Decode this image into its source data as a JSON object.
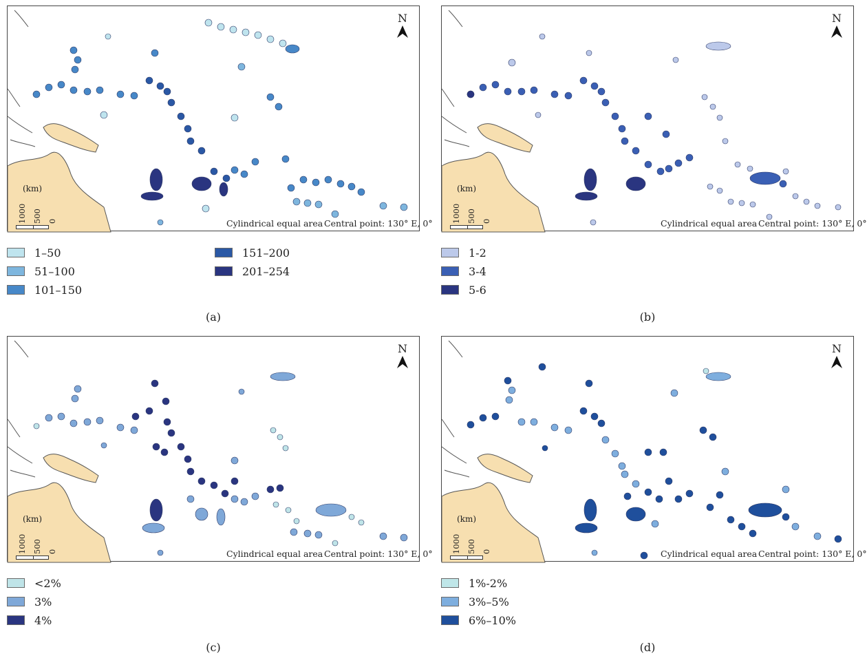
{
  "map_common": {
    "north_label": "N",
    "scale_unit": "(km)",
    "scale_ticks": [
      "1000",
      "500",
      "0"
    ],
    "projection": "Cylindrical equal area",
    "central_point": "Central point: 130° E, 0°",
    "land_color": "#f7dfb0",
    "coast_color": "#555555"
  },
  "panels": [
    {
      "caption": "(a)",
      "legend": [
        {
          "label": "1–50",
          "color": "#bfe4ee"
        },
        {
          "label": "51–100",
          "color": "#7eb6de"
        },
        {
          "label": "101–150",
          "color": "#4788c8"
        },
        {
          "label": "151–200",
          "color": "#2a58a5"
        },
        {
          "label": "201–254",
          "color": "#2a3580"
        }
      ]
    },
    {
      "caption": "(b)",
      "legend": [
        {
          "label": "1-2",
          "color": "#bcc9ea"
        },
        {
          "label": "3-4",
          "color": "#3a5fb4"
        },
        {
          "label": "5-6",
          "color": "#2a3580"
        }
      ]
    },
    {
      "caption": "(c)",
      "legend": [
        {
          "label": "<2%",
          "color": "#bfe4e8"
        },
        {
          "label": "3%",
          "color": "#7fa8d8"
        },
        {
          "label": "4%",
          "color": "#2a3580"
        }
      ]
    },
    {
      "caption": "(d)",
      "legend": [
        {
          "label": "1%-2%",
          "color": "#bfe6e8"
        },
        {
          "label": "3%–5%",
          "color": "#7eaede"
        },
        {
          "label": "6%–10%",
          "color": "#1f4f9c"
        }
      ]
    }
  ]
}
